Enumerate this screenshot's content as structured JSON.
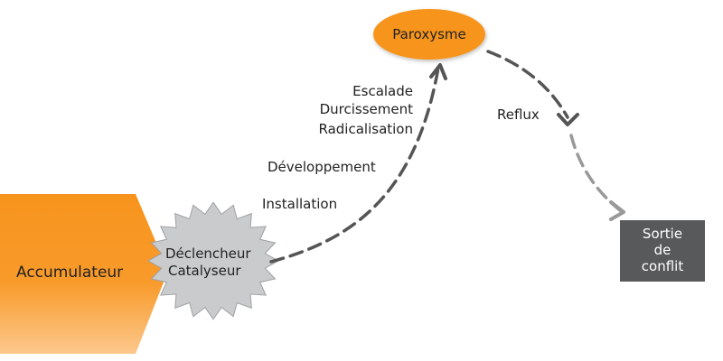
{
  "nodes": {
    "accumulateur": "Accumulateur",
    "declencheur": "Déclencheur",
    "catalyseur": "Catalyseur",
    "paroxysme": "Paroxysme",
    "sortie_1": "Sortie",
    "sortie_2": "de",
    "sortie_3": "conflit"
  },
  "phases": {
    "installation": "Installation",
    "developpement": "Développement",
    "escalade": "Escalade",
    "durcissement": "Durcissement",
    "radicalisation": "Radicalisation",
    "reflux": "Reflux"
  },
  "colors": {
    "orange": "#f7941d",
    "orange_light": "#fbc07a",
    "gray_burst": "#c9cbcd",
    "gray_arrow": "#999999",
    "dark_arrow": "#555555",
    "sortie_box": "#58595b"
  }
}
